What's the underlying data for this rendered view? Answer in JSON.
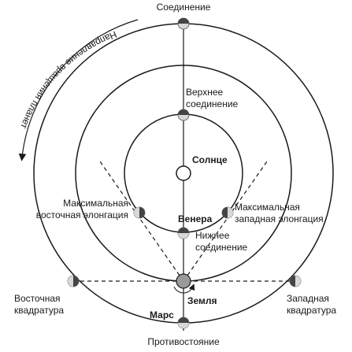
{
  "labels": {
    "direction": "Направление вращения планет",
    "conjunction": "Соединение",
    "superior_1": "Верхнее",
    "superior_2": "соединение",
    "sun": "Солнце",
    "east_elong_1": "Максимальная",
    "east_elong_2": "восточная элонгация",
    "west_elong_1": "Максимальная",
    "west_elong_2": "западная элонгация",
    "venus": "Венера",
    "inferior_1": "Нижнее",
    "inferior_2": "соединение",
    "east_quad_1": "Восточная",
    "east_quad_2": "квадратура",
    "west_quad_1": "Западная",
    "west_quad_2": "квадратура",
    "earth": "Земля",
    "mars": "Марс",
    "opposition": "Противостояние"
  },
  "colors": {
    "line": "#1a1a1a",
    "planet_dark": "#444444",
    "planet_light": "#d8d8d8",
    "earth_fill": "#9a9a9a"
  }
}
